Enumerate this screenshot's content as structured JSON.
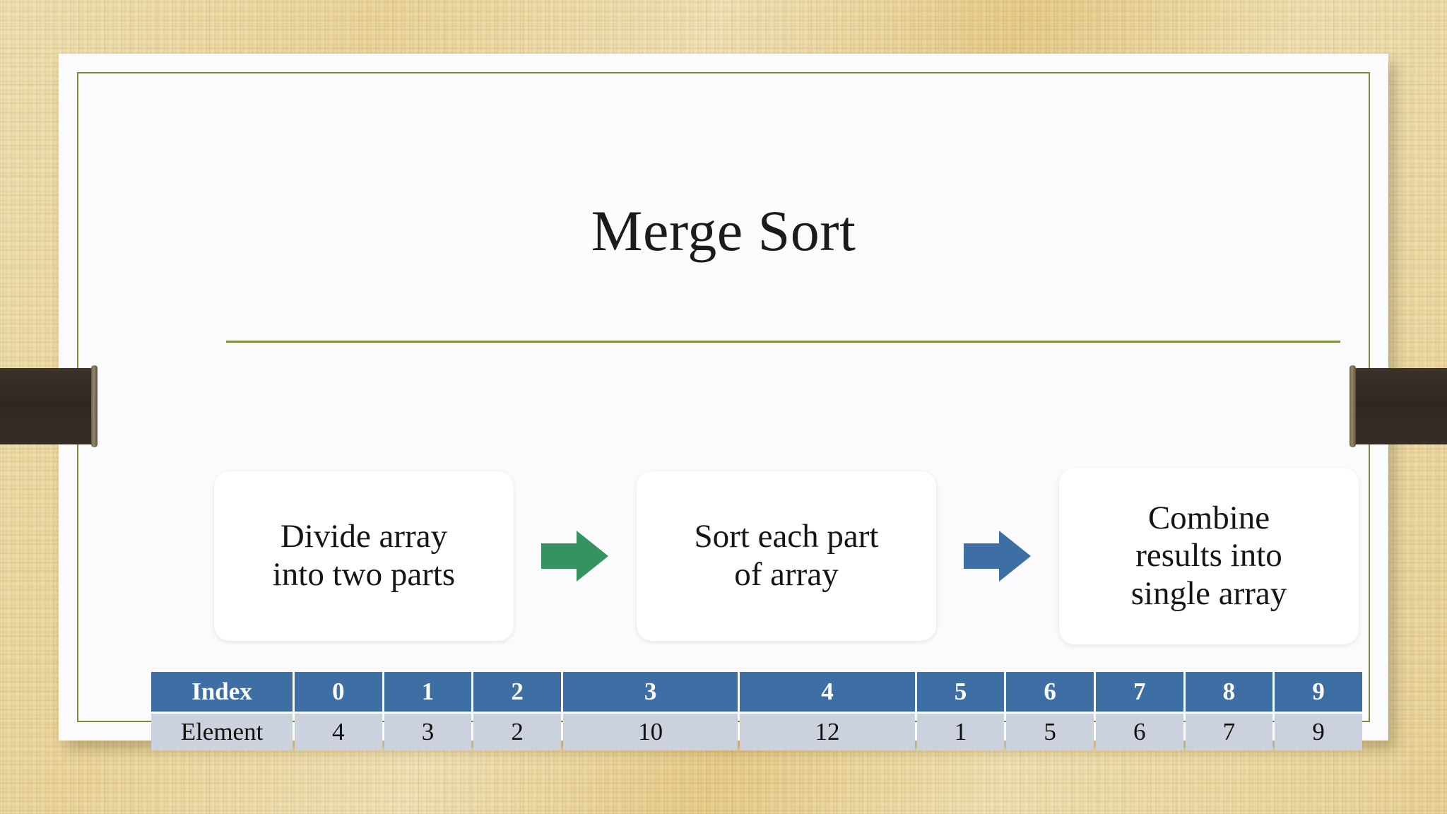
{
  "slide": {
    "title": "Merge Sort",
    "background_color": "#e7cf8f",
    "card_color": "#fbfafc",
    "accent_rule_color": "#7f8e3b",
    "clip_color": "#332b23"
  },
  "process": {
    "steps": [
      {
        "id": "divide",
        "lines": [
          "Divide array",
          "into two parts"
        ]
      },
      {
        "id": "sort",
        "lines": [
          "Sort each part",
          "of  array"
        ]
      },
      {
        "id": "combine",
        "lines": [
          "Combine",
          "results into",
          "single array"
        ]
      }
    ],
    "arrows": [
      {
        "id": "arrow-1",
        "color": "#35935f",
        "direction": "right"
      },
      {
        "id": "arrow-2",
        "color": "#3d6fa4",
        "direction": "right"
      }
    ]
  },
  "array_table": {
    "type": "table",
    "header_label": "Index",
    "row_label": "Element",
    "header_bg": "#3d6fa4",
    "header_fg": "#ffffff",
    "row_bg": "#ccd2dd",
    "row_fg": "#10100f",
    "indices": [
      "0",
      "1",
      "2",
      "3",
      "4",
      "5",
      "6",
      "7",
      "8",
      "9"
    ],
    "elements": [
      "4",
      "3",
      "2",
      "10",
      "12",
      "1",
      "5",
      "6",
      "7",
      "9"
    ]
  }
}
